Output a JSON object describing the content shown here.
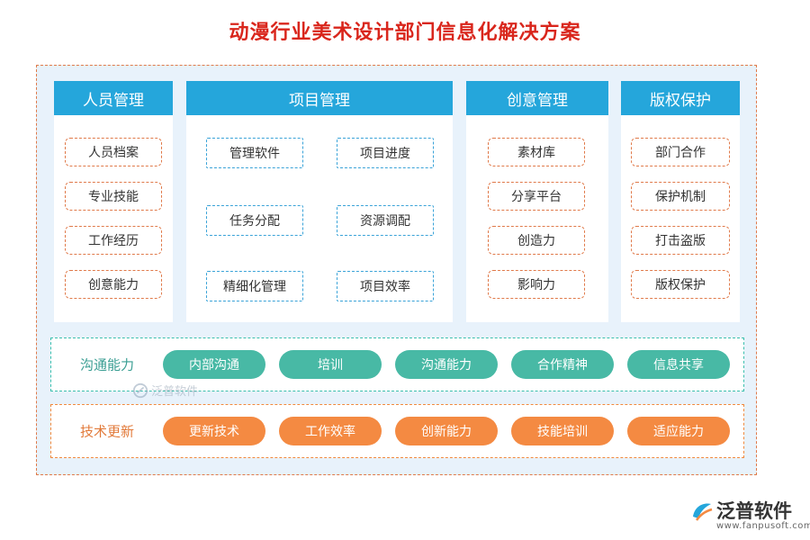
{
  "title": "动漫行业美术设计部门信息化解决方案",
  "columns": [
    {
      "header": "人员管理",
      "items": [
        "人员档案",
        "专业技能",
        "工作经历",
        "创意能力"
      ]
    },
    {
      "header": "项目管理",
      "items": [
        "管理软件",
        "项目进度",
        "任务分配",
        "资源调配",
        "精细化管理",
        "项目效率"
      ]
    },
    {
      "header": "创意管理",
      "items": [
        "素材库",
        "分享平台",
        "创造力",
        "影响力"
      ]
    },
    {
      "header": "版权保护",
      "items": [
        "部门合作",
        "保护机制",
        "打击盗版",
        "版权保护"
      ]
    }
  ],
  "communication": {
    "label": "沟通能力",
    "items": [
      "内部沟通",
      "培训",
      "沟通能力",
      "合作精神",
      "信息共享"
    ]
  },
  "tech_update": {
    "label": "技术更新",
    "items": [
      "更新技术",
      "工作效率",
      "创新能力",
      "技能培训",
      "适应能力"
    ]
  },
  "watermark": {
    "text": "泛普软件"
  },
  "logo": {
    "name": "泛普软件",
    "url": "www.fanpusoft.com"
  },
  "colors": {
    "title": "#d9261c",
    "header": "#25a6db",
    "orange": "#f48a42",
    "teal": "#48b9a5",
    "outer_border": "#e07a4a"
  }
}
